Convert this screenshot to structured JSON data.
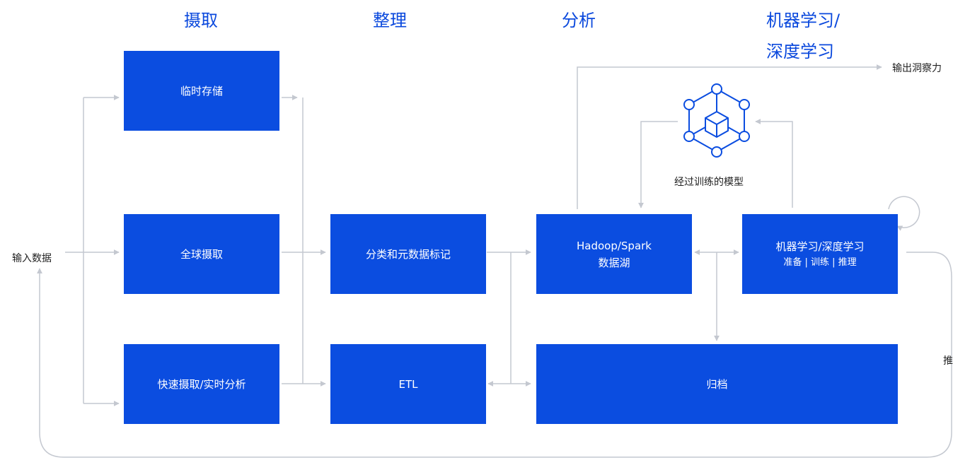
{
  "headers": {
    "capture": "摄取",
    "organize": "整理",
    "analyze": "分析",
    "ml_line1": "机器学习/",
    "ml_line2": "深度学习"
  },
  "labels": {
    "input": "输入数据",
    "output": "输出洞察力",
    "model": "经过训练的模型",
    "edge": "推"
  },
  "boxes": {
    "temp_storage": "临时存储",
    "global_capture": "全球摄取",
    "fast_capture": "快速摄取/实时分析",
    "classify": "分类和元数据标记",
    "etl": "ETL",
    "hadoop_line1": "Hadoop/Spark",
    "hadoop_line2": "数据湖",
    "ml_line1": "机器学习/深度学习",
    "ml_line2": "准备 | 训练 | 推理",
    "archive": "归档"
  },
  "colors": {
    "accent": "#0b4de0",
    "header": "#0b49dd",
    "connector": "#c4c8d0"
  }
}
